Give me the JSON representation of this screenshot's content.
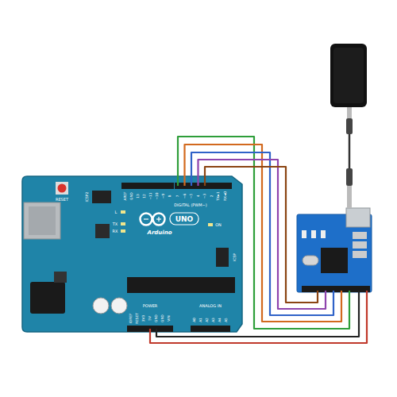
{
  "diagram": {
    "labels": [
      "RESET",
      "ICSP2",
      "L",
      "TX",
      "RX",
      "UNO",
      "Arduino",
      "ON",
      "ICSP",
      "DIGITAL (PWM~)",
      "AREF",
      "GND",
      "13",
      "12",
      "~11",
      "~10",
      "~9",
      "8",
      "7",
      "~6",
      "~5",
      "4",
      "~3",
      "2",
      "TX►1",
      "RX◄0",
      "POWER",
      "IOREF",
      "RESET",
      "3V3",
      "5V",
      "GND",
      "GND",
      "VIN",
      "ANALOG IN",
      "A0",
      "A1",
      "A2",
      "A3",
      "A4",
      "A5"
    ]
  }
}
